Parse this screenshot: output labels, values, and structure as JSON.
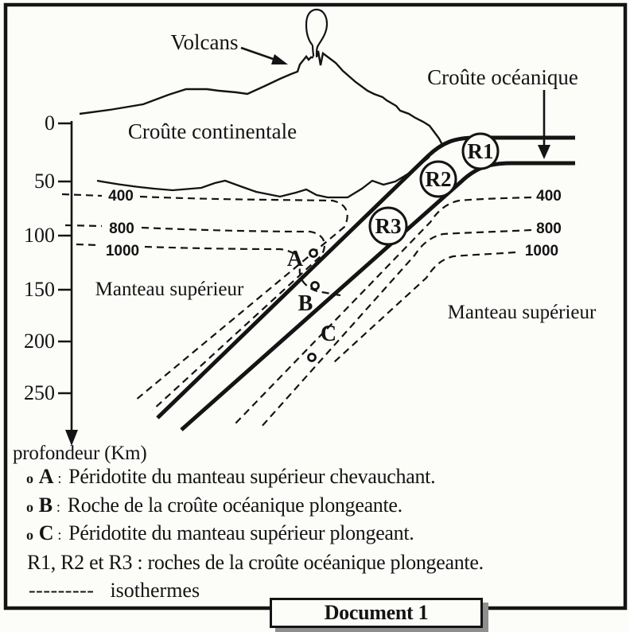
{
  "labels": {
    "volcans": "Volcans",
    "croute_continentale": "Croûte continentale",
    "croute_oceanique": "Croûte océanique",
    "manteau_superieur_left": "Manteau supérieur",
    "manteau_superieur_right": "Manteau supérieur"
  },
  "axis": {
    "label": "profondeur (Km)",
    "ticks": [
      "0",
      "50",
      "100",
      "150",
      "200",
      "250"
    ]
  },
  "isotherms": {
    "left": [
      "400",
      "800",
      "1000"
    ],
    "right": [
      "400",
      "800",
      "1000"
    ]
  },
  "rocks": [
    "R1",
    "R2",
    "R3"
  ],
  "points": [
    "A",
    "B",
    "C"
  ],
  "legend": {
    "items": [
      {
        "marker": "o",
        "key": "A",
        "sep": ":",
        "text": "Péridotite du manteau supérieur chevauchant."
      },
      {
        "marker": "o",
        "key": "B",
        "sep": ":",
        "text": "Roche de la croûte océanique plongeante."
      },
      {
        "marker": "o",
        "key": "C",
        "sep": ":",
        "text": "Péridotite du manteau supérieur plongeant."
      }
    ],
    "rocks_line": "R1, R2 et R3 : roches de la croûte océanique plongeante.",
    "isotherm_dashes": "---------",
    "isotherm_label": "isothermes"
  },
  "caption": "Document 1",
  "colors": {
    "ink": "#141414",
    "paper": "#fcfcf9",
    "shadow": "#8f8f8f"
  }
}
